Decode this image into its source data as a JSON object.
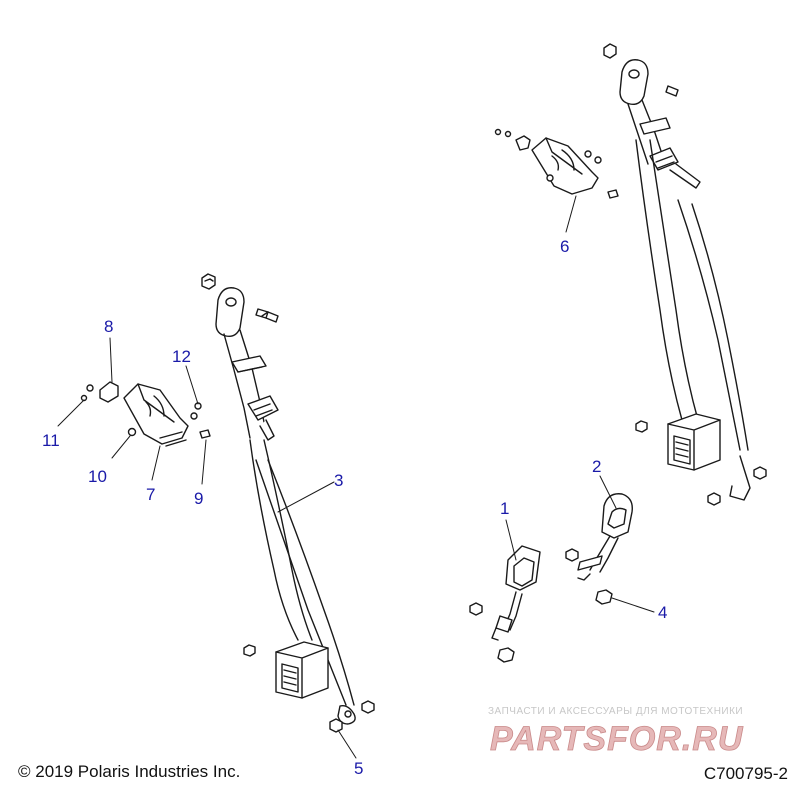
{
  "diagram": {
    "callouts": [
      {
        "id": "1",
        "label": "1"
      },
      {
        "id": "2",
        "label": "2"
      },
      {
        "id": "3",
        "label": "3"
      },
      {
        "id": "4",
        "label": "4"
      },
      {
        "id": "5",
        "label": "5"
      },
      {
        "id": "6",
        "label": "6"
      },
      {
        "id": "7",
        "label": "7"
      },
      {
        "id": "8",
        "label": "8"
      },
      {
        "id": "9",
        "label": "9"
      },
      {
        "id": "10",
        "label": "10"
      },
      {
        "id": "11",
        "label": "11"
      },
      {
        "id": "12",
        "label": "12"
      }
    ],
    "copyright": "© 2019 Polaris Industries Inc.",
    "drawing_code": "C700795-2",
    "watermark": {
      "tagline": "ЗАПЧАСТИ И АКСЕССУАРЫ ДЛЯ МОТОТЕХНИКИ",
      "logo_text": "PARTSFOR.RU"
    },
    "colors": {
      "callout": "#1a1aa8",
      "line_art": "#1a1a1a",
      "watermark": "#d9a0a0"
    }
  }
}
